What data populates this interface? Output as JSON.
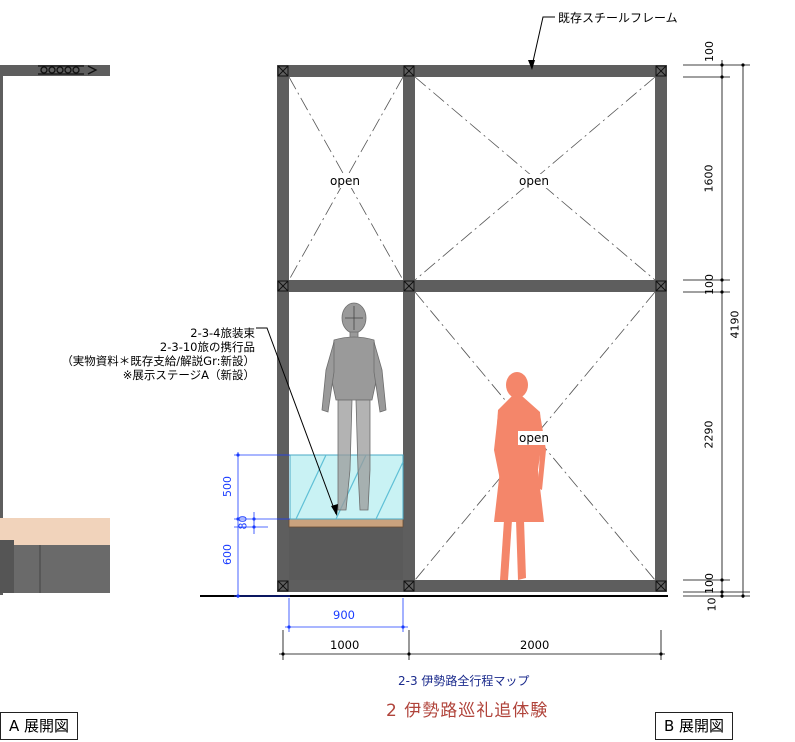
{
  "labels": {
    "existing_frame": "既存スチールフレーム",
    "open_1": "open",
    "open_2": "open",
    "open_3": "open",
    "note_line1": "2-3-4旅装束",
    "note_line2": "2-3-10旅の携行品",
    "note_line3": "（実物資料＊既存支給/解説Gr:新設）",
    "note_line4": "※展示ステージA（新設）"
  },
  "dimensions": {
    "right": [
      "100",
      "1600",
      "100",
      "2290",
      "100",
      "10"
    ],
    "right_total": "4190",
    "blue_left": [
      "500",
      "80",
      "600"
    ],
    "blue_bottom": "900",
    "bottom": [
      "1000",
      "2000"
    ]
  },
  "titles": {
    "subtitle": "2-3 伊勢路全行程マップ",
    "main": "2 伊勢路巡礼追体験"
  },
  "tags": {
    "left": "A 展開図",
    "right": "B 展開図"
  },
  "colors": {
    "frame": "#5e5e5e",
    "dimension_blue": "#1a3cff",
    "figure_salmon": "#f4866a",
    "mannequin_grey": "#9a9a9a",
    "glass_cyan": "#bff0f2",
    "wood": "#c9a27e"
  }
}
